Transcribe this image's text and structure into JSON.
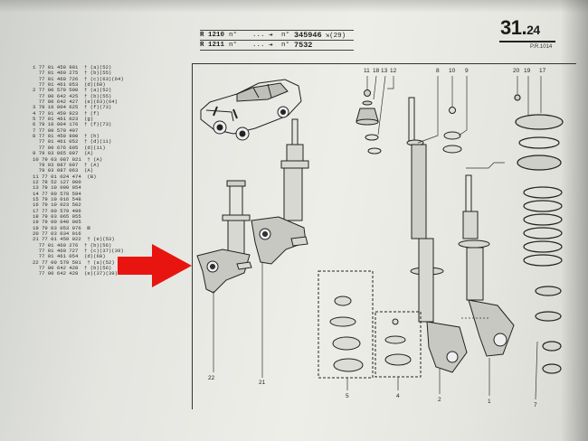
{
  "header": {
    "page_number": "31.",
    "page_number_sub": "24",
    "page_ref": "P.R.1014"
  },
  "ref_table": [
    {
      "model": "R 1210",
      "n": "n°",
      "dots": "...",
      "n2": "n°",
      "number": "345946",
      "extra": "(29)"
    },
    {
      "model": "R 1211",
      "n": "n°",
      "dots": "...",
      "n2": "n°",
      "number": "7532",
      "extra": ""
    }
  ],
  "parts_list": [
    "1 77 01 459 901  † (a)(52)",
    "  77 01 460 275  † (b)(55)",
    "  77 01 460 726  † (c)(63)(64)",
    "  77 01 461 053  (d)(68)",
    "2 77 00 579 500  † (a)(52)",
    "  77 00 642 425  † (b)(55)",
    "  77 00 642 427  (e)(63)(64)",
    "3 79 10 004 625  † (f)(73)",
    "4 77 01 459 923  † (f)",
    "5 77 01 461 023  (g)",
    "6 79 10 004 176  † (f)(73)",
    "7 77 00 579 497",
    "8 77 01 459 900  † (h)",
    "  77 01 461 052  † (d)(11)",
    "  77 00 676 695  (d)(11)",
    "9 79 03 065 007  (A)",
    "10 79 03 087 021  † (A)",
    "  79 03 087 007  † (A)",
    "  79 03 087 063  (A)",
    "11 77 01 024 474  (B)",
    "12 78 52 127 000",
    "13 79 10 009 054",
    "14 77 00 579 594",
    "15 79 10 016 548",
    "16 79 10 023 502",
    "17 77 00 579 496",
    "18 79 03 065 055",
    "19 79 00 040 005",
    "19 79 03 053 076  ⊠",
    "20 77 03 034 016",
    "21 77 01 459 922  † (e)(53)",
    "  77 01 460 276  † (b)(56)",
    "  77 01 460 727  † (c)(37)(39)",
    "  77 01 461 054  (d)(68)",
    "22 77 00 579 501  † (a)(52)",
    "  77 00 642 428  † (b)(56)",
    "  77 00 642 428  (e)(37)(39)"
  ],
  "diagram": {
    "top_labels": [
      "11",
      "18",
      "13",
      "12",
      "8",
      "10",
      "9",
      "20",
      "19",
      "17"
    ],
    "bottom_labels": [
      "22",
      "21",
      "5",
      "4",
      "2",
      "1",
      "7"
    ]
  },
  "colors": {
    "arrow": "#e8140f",
    "ink": "#222222",
    "paper": "#e8e8e3"
  }
}
